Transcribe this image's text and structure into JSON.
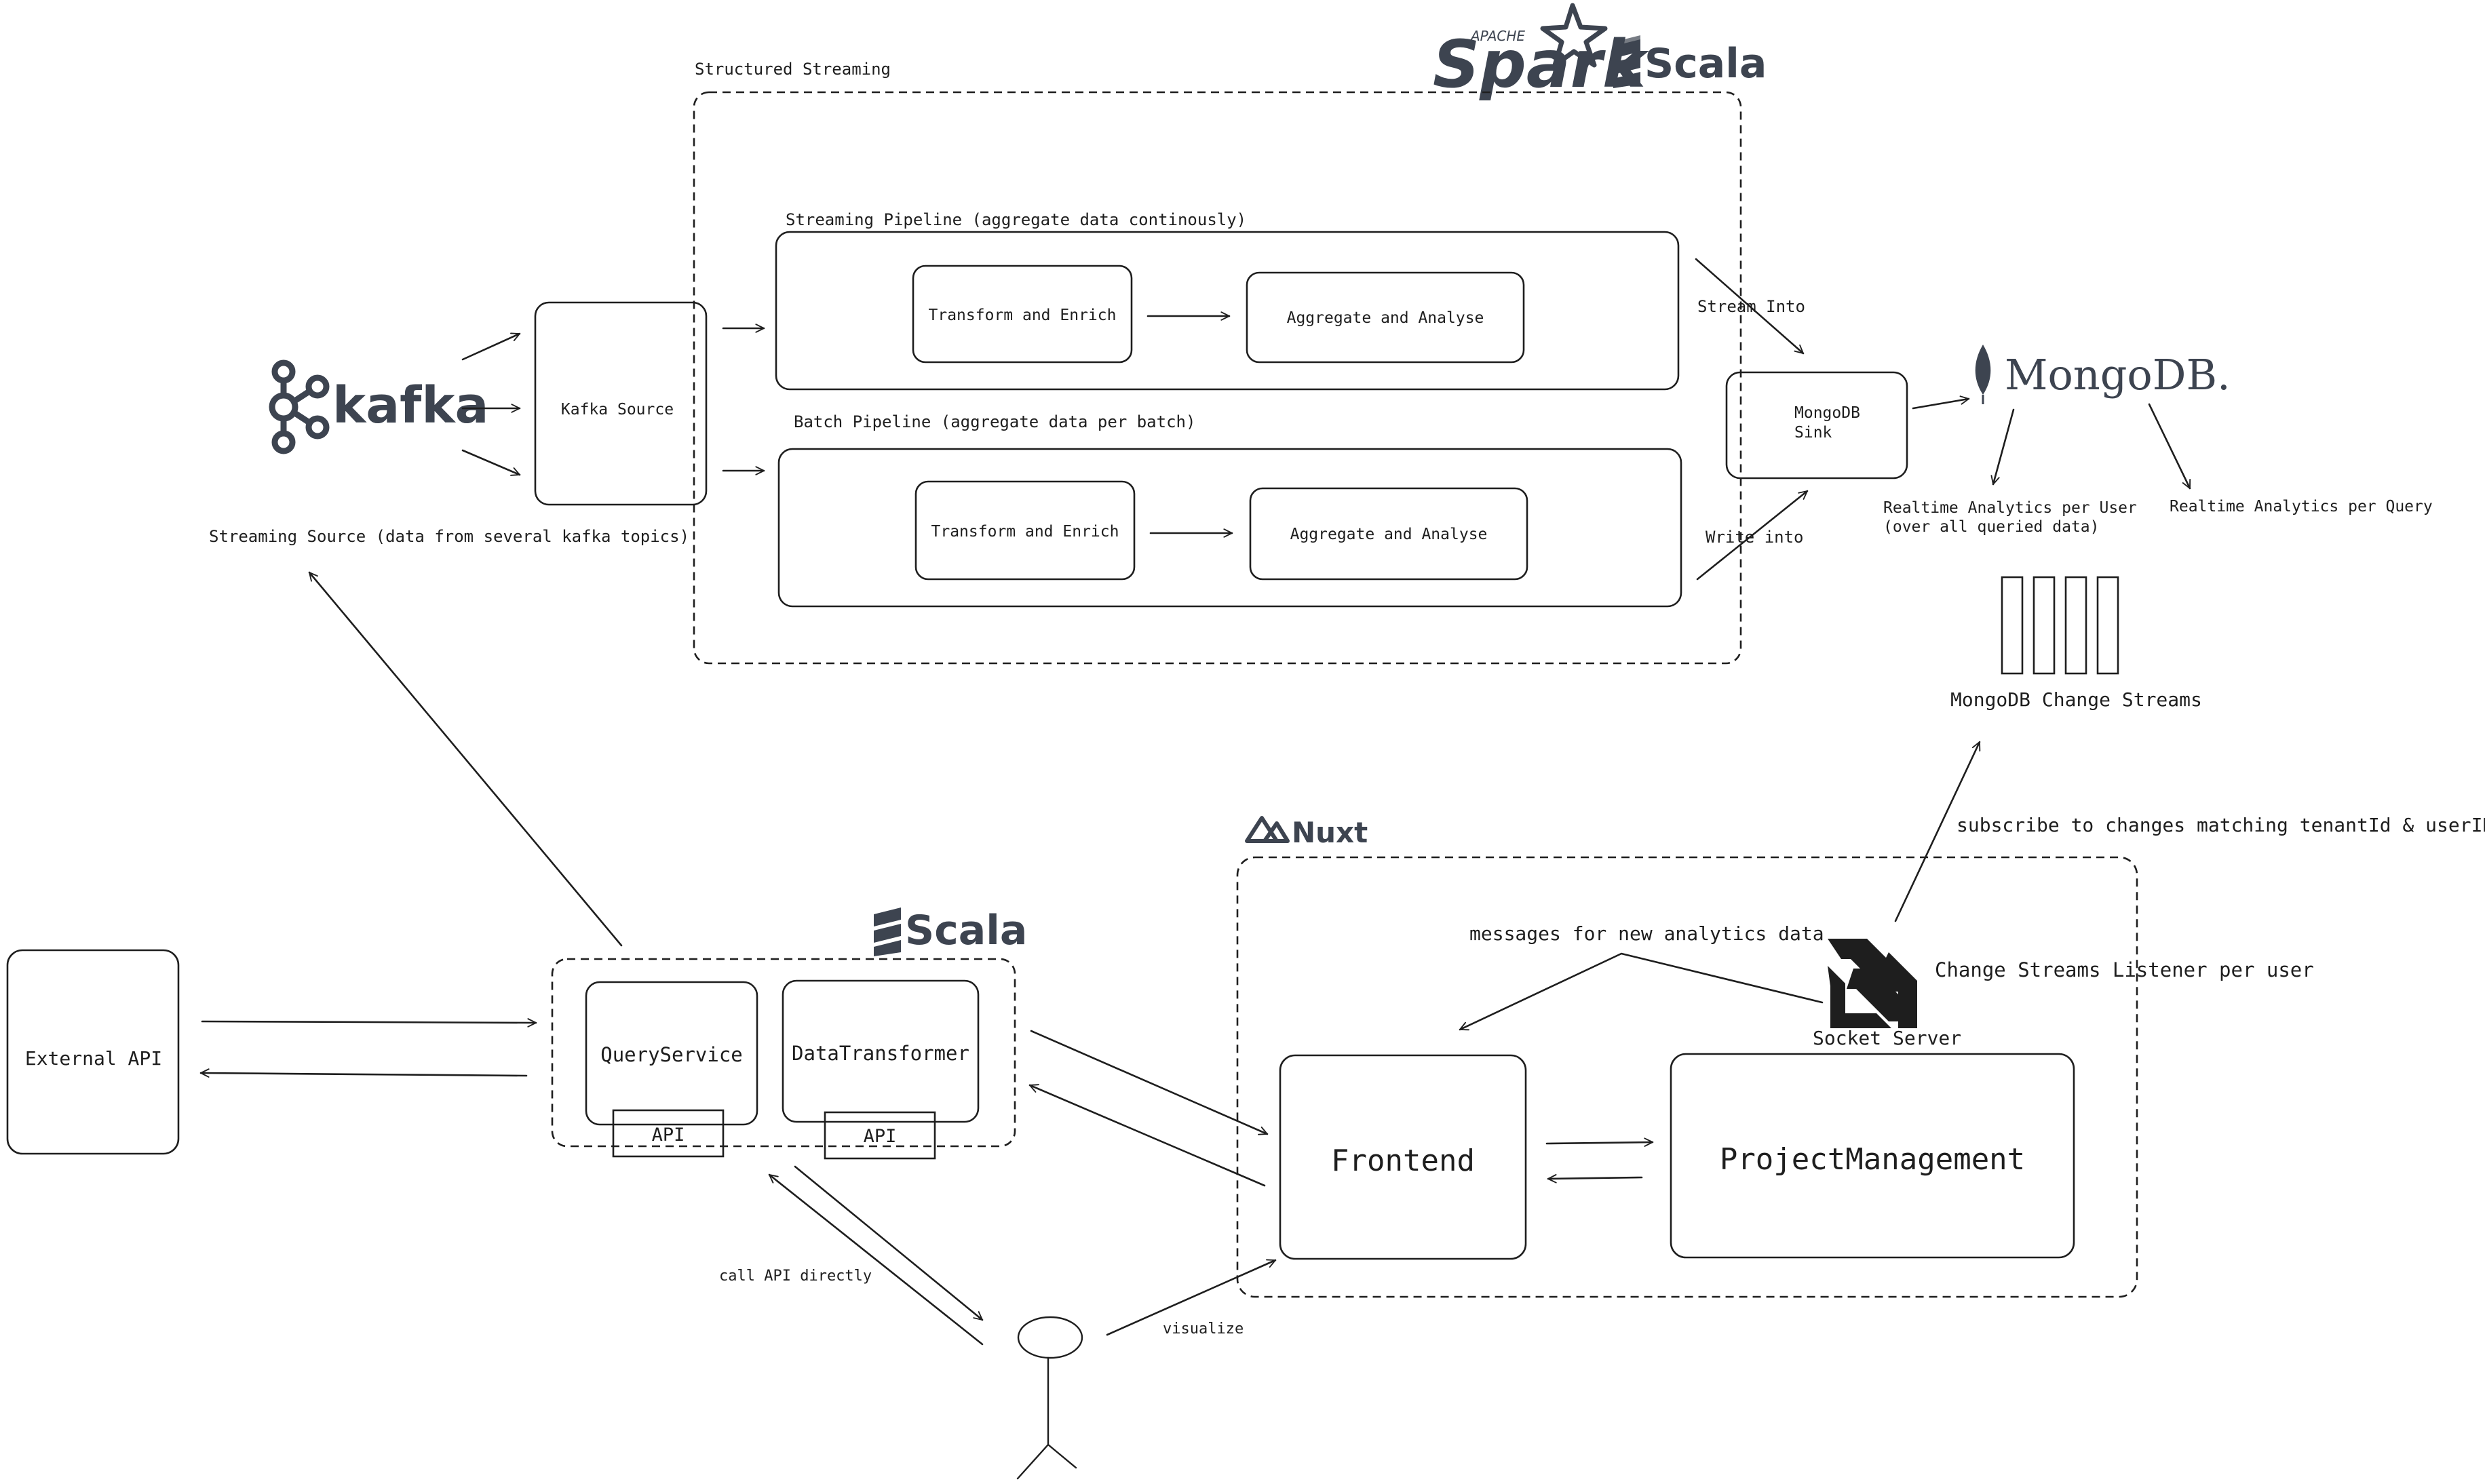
{
  "colors": {
    "ink": "#1e1e1e",
    "logo": "#3d4450",
    "background": "#ffffff"
  },
  "icons": [
    "kafka-logo",
    "apache-spark-logo",
    "scala-logo",
    "mongodb-leaf-logo",
    "nuxt-logo",
    "websocket-icon",
    "user-stick-figure-icon"
  ],
  "logos": {
    "kafka": "kafka",
    "spark_apache": "APACHE",
    "spark": "Spark",
    "scala": "Scala",
    "mongodb": "MongoDB.",
    "nuxt": "Nuxt"
  },
  "structured_streaming": {
    "title": "Structured Streaming",
    "streaming_pipeline": {
      "title": "Streaming Pipeline (aggregate data continously)",
      "transform": "Transform and Enrich",
      "aggregate": "Aggregate and Analyse"
    },
    "batch_pipeline": {
      "title": "Batch Pipeline (aggregate data per batch)",
      "transform": "Transform and Enrich",
      "aggregate": "Aggregate and Analyse"
    }
  },
  "kafka_source": "Kafka Source",
  "streaming_source_caption": "Streaming Source (data from several kafka topics)",
  "stream_into": "Stream Into",
  "write_into": "Write into",
  "mongodb_sink": [
    "MongoDB",
    "Sink"
  ],
  "analytics_per_user": [
    "Realtime Analytics per User",
    "(over all queried data)"
  ],
  "analytics_per_query": "Realtime Analytics per Query",
  "change_streams": "MongoDB Change Streams",
  "subscribe_label": "subscribe to changes matching tenantId & userID",
  "external_api": "External API",
  "scala_services": {
    "query_service": "QueryService",
    "data_transformer": "DataTransformer",
    "api_label_1": "API",
    "api_label_2": "API"
  },
  "call_api_directly": "call API directly",
  "visualize": "visualize",
  "nuxt_app": {
    "messages_label": "messages for new analytics data",
    "socket_server": "Socket Server",
    "listener_label": "Change Streams Listener per user",
    "frontend": "Frontend",
    "project_management": "ProjectManagement"
  }
}
